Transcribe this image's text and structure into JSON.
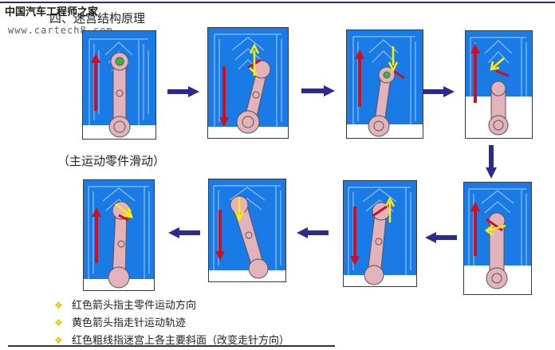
{
  "watermark": {
    "cn": "中国汽车工程师之家",
    "url": "www.cartech8.com"
  },
  "title": "四、迷宫结构原理",
  "note": "（主运动零件滑动）",
  "bullets": [
    "红色箭头指主零件运动方向",
    "黄色箭头指走针运动轨迹",
    "红色粗线指迷宫上各主要斜面（改变走针方向）"
  ],
  "colors": {
    "panel_blue": "#1b7be6",
    "maze_line": "#8fc0ff",
    "lever": "#e3b3bd",
    "red_arrow": "#cc1020",
    "yellow_arrow": "#ffee00",
    "flow_arrow": "#2b2b8f",
    "bullet": "#e8c000"
  },
  "icons": {
    "bullet": "diamond-bullet-icon",
    "flow": "block-arrow-icon"
  }
}
